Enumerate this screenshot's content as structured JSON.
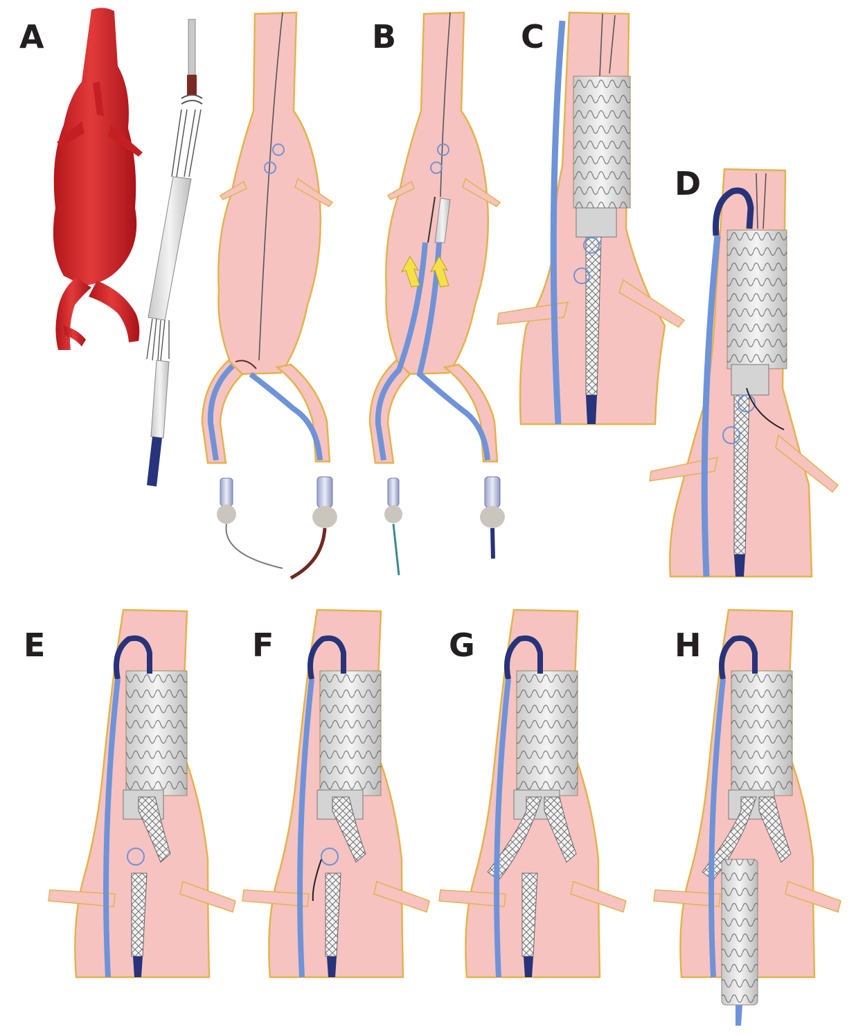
{
  "panels": {
    "a": "A",
    "b": "B",
    "c": "C",
    "d": "D",
    "e": "E",
    "f": "F",
    "g": "G",
    "h": "H"
  },
  "colors": {
    "vessel_fill": "#f6c3c1",
    "vessel_edge": "#e4b34a",
    "aorta_red": "#d9282b",
    "catheter_blue": "#6f93d8",
    "sheath_navy": "#27337a",
    "stent_graft": "#e6e6e6",
    "arrow_yellow": "#f5e04a"
  }
}
